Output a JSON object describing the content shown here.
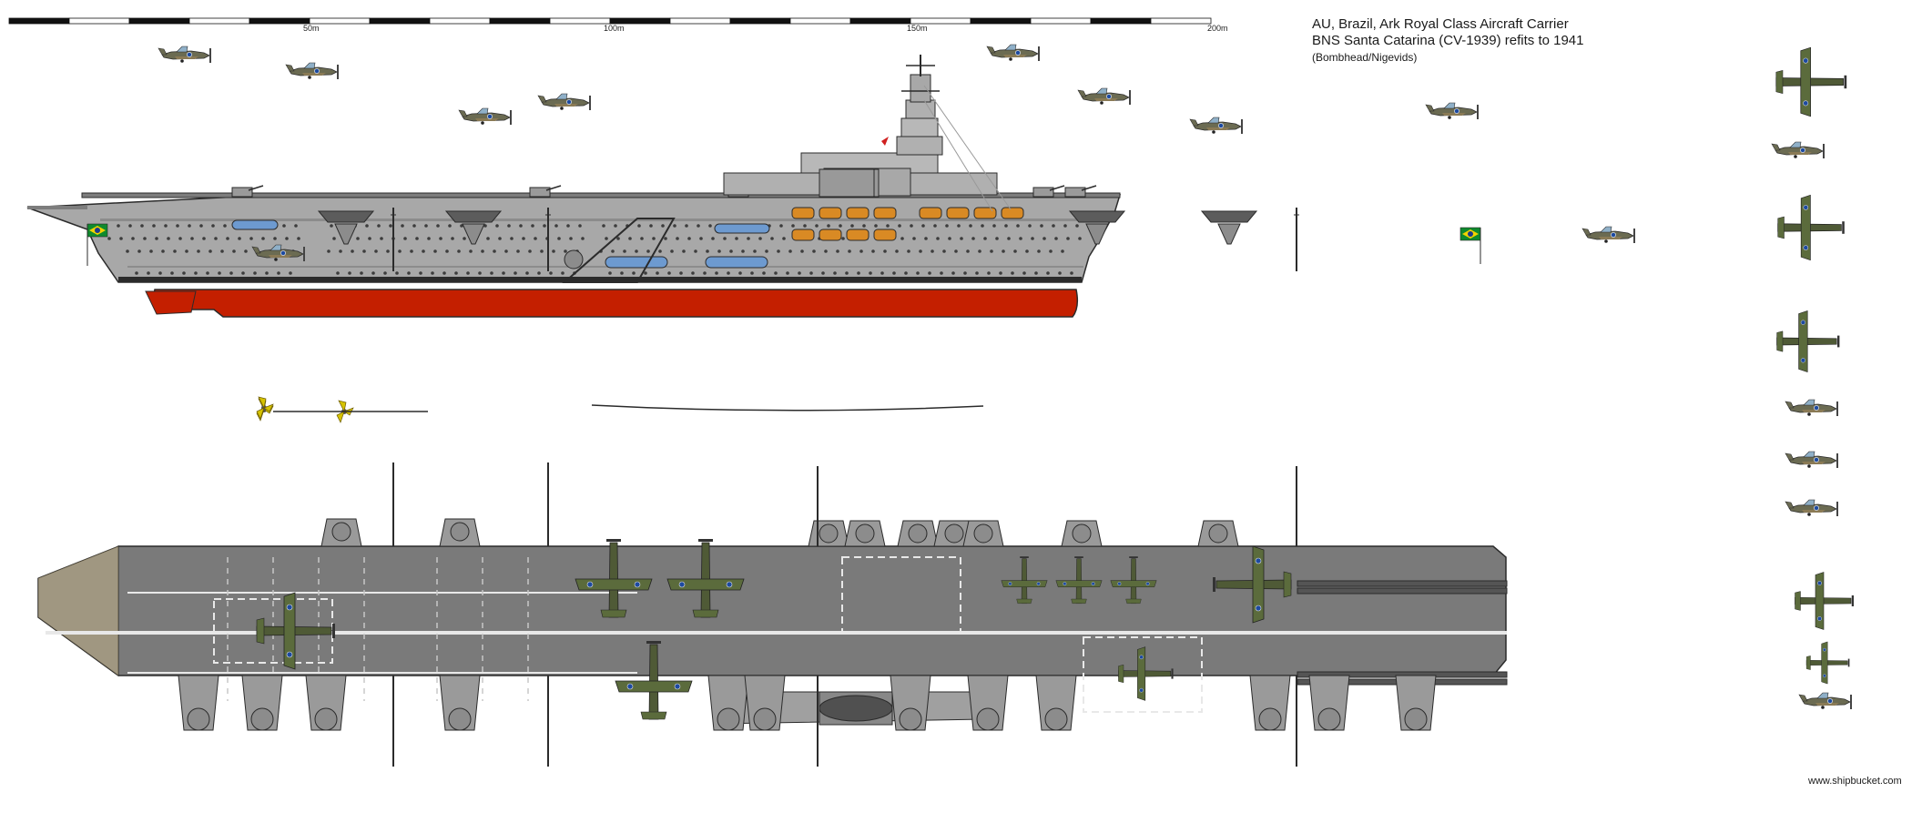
{
  "scale": {
    "labels": [
      "50m",
      "100m",
      "150m",
      "200m"
    ],
    "max_m": 200
  },
  "title": {
    "line1": "AU, Brazil, Ark Royal Class Aircraft Carrier",
    "line2": "BNS Santa Catarina (CV-1939) refits to 1941",
    "credit": "(Bombhead/Nigevids)"
  },
  "watermark": "www.shipbucket.com",
  "colors": {
    "hull_grey": "#a8a8a8",
    "hull_dark": "#8c8c8c",
    "boot": "#c41f00",
    "deck": "#7a7a7a",
    "outline": "#2b2b2b",
    "flag_green": "#0f8a2e",
    "flag_yellow": "#f2d200",
    "lifeboat": "#6d9ad0",
    "orange_float": "#d98a24",
    "aircraft_green": "#5b6b3c",
    "aircraft_tan": "#8a7a55",
    "aircraft_cyan": "#58c8d8"
  },
  "icons": {
    "flag": "brazil-flag-icon",
    "aircraft": "aircraft-icon",
    "propeller": "propeller-icon"
  }
}
